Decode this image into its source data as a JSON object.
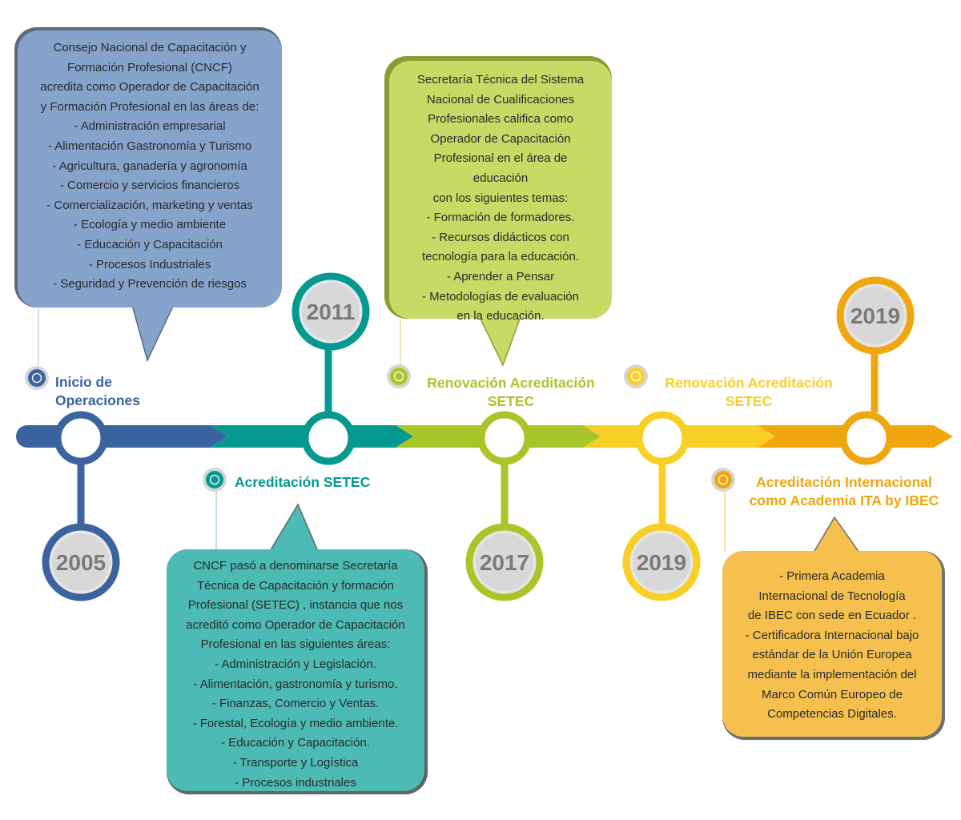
{
  "colors": {
    "blue": "#3a63a0",
    "teal": "#049a92",
    "lime": "#a8c52a",
    "yellow": "#f9cf26",
    "orange": "#efa60f",
    "blue_bubble": "#86a3cb",
    "lime_bubble": "#c9d966",
    "teal_bubble": "#4cbab5",
    "yellow_bubble": "#f6c04f"
  },
  "milestones": [
    {
      "year": "2005",
      "event_lines": [
        "Inicio de",
        "Operaciones"
      ]
    },
    {
      "year": "2011",
      "event_lines": [
        "Acreditación SETEC"
      ]
    },
    {
      "year": "2017",
      "event_lines": [
        "Renovación Acreditación",
        "SETEC"
      ]
    },
    {
      "year": "2019",
      "event_lines": [
        "Renovación Acreditación",
        "SETEC"
      ]
    },
    {
      "year": "2019",
      "event_lines": [
        "Acreditación Internacional",
        "como Academia ITA by IBEC"
      ]
    }
  ],
  "bubbles": {
    "cncf": [
      "Consejo Nacional de Capacitación y",
      "Formación Profesional (CNCF)",
      "acredita como Operador de Capacitación",
      "y Formación Profesional  en las áreas de:",
      "- Administración empresarial",
      "- Alimentación Gastronomía y Turismo",
      "- Agricultura, ganadería y agronomía",
      "- Comercio y servicios financieros",
      "- Comercialización, marketing y ventas",
      "- Ecología y medio ambiente",
      "- Educación y Capacitación",
      "- Procesos Industriales",
      "- Seguridad y Prevención de riesgos"
    ],
    "setec_2011": [
      "CNCF pasó a denominarse Secretaría",
      "Técnica de Capacitación y formación",
      "Profesional (SETEC) , instancia que nos",
      "acreditó como Operador de Capacitación",
      "Profesional en las siguientes áreas:",
      "- Administración y Legislación.",
      "- Alimentación, gastronomía y turismo.",
      "- Finanzas, Comercio y Ventas.",
      "- Forestal, Ecología y medio ambiente.",
      "- Educación y Capacitación.",
      "- Transporte y Logística",
      "- Procesos industriales"
    ],
    "setec_2017": [
      "Secretaría Técnica del Sistema",
      "Nacional de Cualificaciones",
      "Profesionales califica como",
      "Operador de Capacitación",
      "Profesional  en el área de",
      "educación",
      "con los siguientes temas:",
      "- Formación de formadores.",
      "- Recursos didácticos con",
      "tecnología para la educación.",
      "- Aprender a Pensar",
      "- Metodologías de evaluación",
      "en la educación."
    ],
    "ibec_2019": [
      "- Primera Academia",
      "Internacional de Tecnología",
      "de IBEC con sede en Ecuador .",
      "- Certificadora Internacional bajo",
      "estándar de la Unión Europea",
      "mediante la implementación del",
      "Marco Común Europeo de",
      "Competencias Digitales."
    ]
  }
}
